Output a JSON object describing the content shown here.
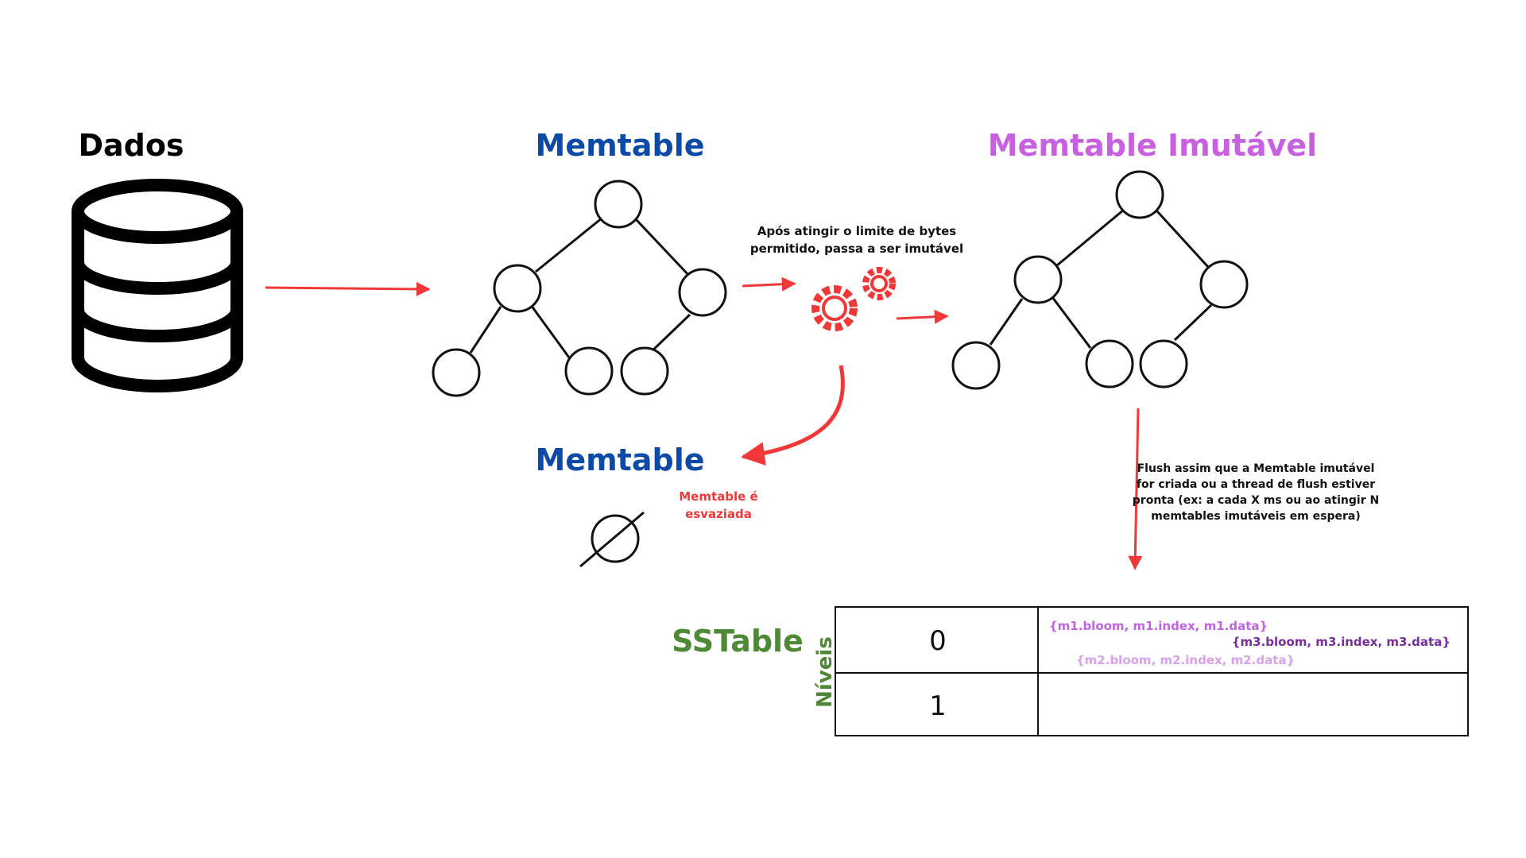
{
  "diagram": {
    "titles": {
      "dados": "Dados",
      "memtable": "Memtable",
      "memtable_imutavel": "Memtable Imutável",
      "memtable_new": "Memtable",
      "sstable": "SSTable"
    },
    "notes": {
      "limit_line1": "Após atingir o limite de bytes",
      "limit_line2": "permitido, passa a ser imutável",
      "emptied_line1": "Memtable é",
      "emptied_line2": "esvaziada",
      "flush_line1": "Flush assim que a Memtable imutável",
      "flush_line2": "for criada ou a thread de flush estiver",
      "flush_line3": "pronta (ex: a cada X ms ou ao atingir N",
      "flush_line4": "memtables imutáveis em espera)"
    },
    "sstable_table": {
      "axis_label": "Níveis",
      "levels": [
        {
          "level": "0",
          "entries": [
            {
              "text": "{m1.bloom, m1.index, m1.data}",
              "color": "#c064e3"
            },
            {
              "text": "{m3.bloom, m3.index, m3.data}",
              "color": "#7a2e9e"
            },
            {
              "text": "{m2.bloom, m2.index, m2.data}",
              "color": "#d9a0ec"
            }
          ]
        },
        {
          "level": "1",
          "entries": []
        }
      ]
    },
    "colors": {
      "dados": "#000000",
      "memtable": "#0b4aa6",
      "memtable_imutavel": "#c861e0",
      "sstable": "#4e8a36",
      "arrow": "#f03838",
      "note_red": "#f03838",
      "outline": "#111111"
    },
    "icons": {
      "database": "database-icon",
      "gears": "gears-icon",
      "empty_set": "empty-set-icon"
    }
  }
}
